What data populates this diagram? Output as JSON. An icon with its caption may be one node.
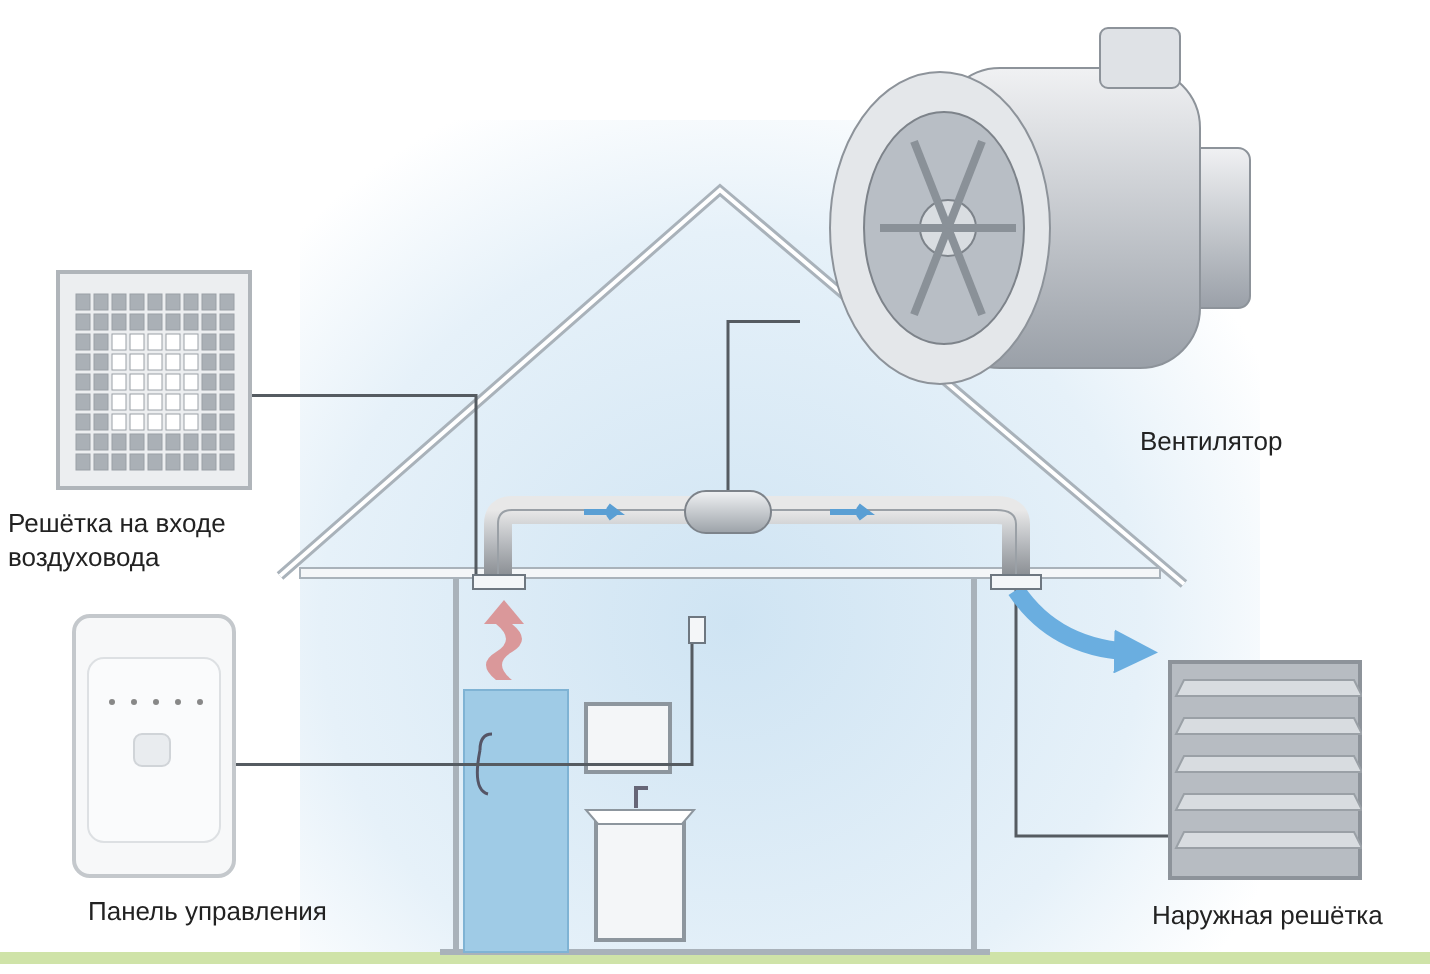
{
  "diagram": {
    "nodes": [
      {
        "text": [
          "Вентилятор"
        ]
      },
      {
        "text": [
          "Решётка на входе воздуховода"
        ]
      },
      {
        "text": [],
        "shape": "cylinder"
      },
      {
        "text": [],
        "shape": "box"
      },
      {
        "text": [],
        "shape": "box"
      },
      {
        "text": [
          "Панель управления"
        ]
      },
      {
        "text": [],
        "shape": "box"
      },
      {
        "text": [
          "Наружная решётка"
        ]
      }
    ],
    "edges": [
      {
        "from": 0,
        "to": 2,
        "arrow": "none"
      },
      {
        "from": 1,
        "to": 3,
        "arrow": "none"
      },
      {
        "from": 7,
        "to": 4,
        "arrow": "none"
      },
      {
        "from": 5,
        "to": 6,
        "arrow": "none"
      },
      {
        "from": 4,
        "to": 7,
        "arrow": "to",
        "style": "thick",
        "color": "#6aaee0"
      }
    ]
  }
}
